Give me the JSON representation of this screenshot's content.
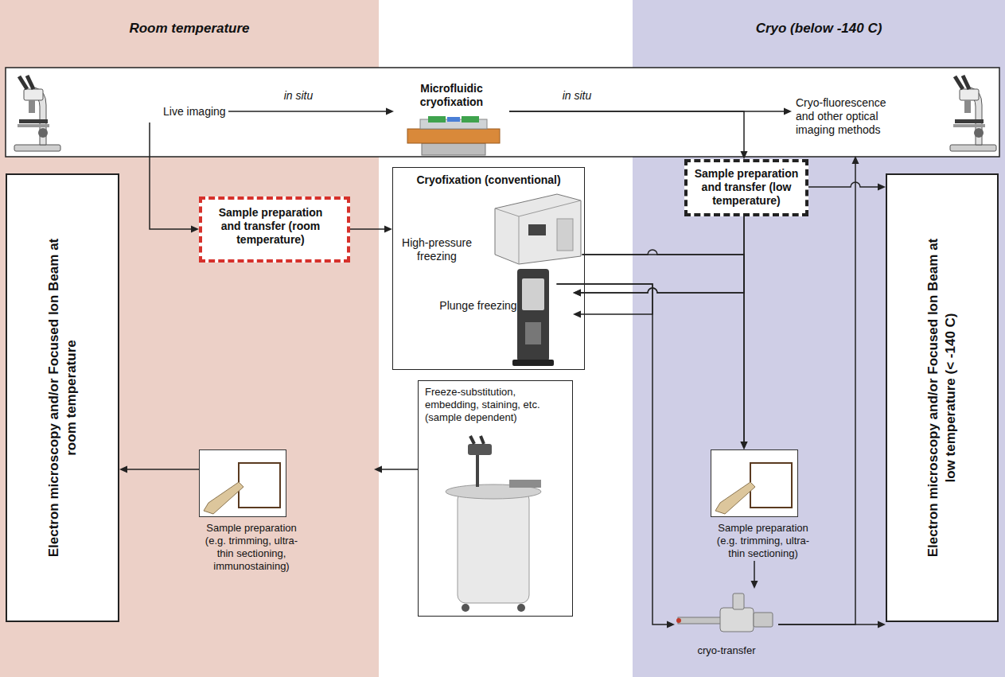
{
  "diagram": {
    "nodes": [
      {
        "text": [
          "Room temperature"
        ]
      },
      {
        "text": [
          "Cryo (below -140 C)"
        ]
      },
      {
        "text": [
          "Live imaging"
        ]
      },
      {
        "text": [
          "Microfluidic cryofixation"
        ]
      },
      {
        "text": [
          "Cryo-fluorescence and other optical imaging methods"
        ]
      },
      {
        "text": [
          "Electron microscopy and/or Focused Ion Beam at room temperature"
        ],
        "in": 0
      },
      {
        "text": [
          "Sample preparation and transfer (room temperature)"
        ],
        "in": 0
      },
      {
        "text": [
          "Cryofixation (conventional)"
        ]
      },
      {
        "text": [
          "High-pressure freezing"
        ],
        "in": 7
      },
      {
        "text": [
          "Plunge freezing"
        ],
        "in": 7
      },
      {
        "text": [
          "Sample preparation and transfer (low temperature)"
        ],
        "in": 1
      },
      {
        "text": [
          "Electron microscopy and/or Focused Ion Beam at low temperature (< -140 C)"
        ],
        "in": 1
      },
      {
        "text": [
          "Freeze-substitution, embedding, staining, etc. (sample dependent)"
        ]
      },
      {
        "text": [
          "Sample preparation (e.g. trimming, ultra-thin sectioning, immunostaining)"
        ],
        "in": 0
      },
      {
        "text": [
          "Sample preparation (e.g. trimming, ultra-thin sectioning)"
        ],
        "in": 1
      },
      {
        "text": [
          "cryo-transfer"
        ],
        "in": 1
      }
    ],
    "edges": [
      {
        "from": 2,
        "to": 3,
        "label": "in situ",
        "arrow": "to"
      },
      {
        "from": 3,
        "to": 4,
        "label": "in situ",
        "arrow": "to"
      },
      {
        "from": 2,
        "to": 6,
        "arrow": "to"
      },
      {
        "from": 6,
        "to": 7,
        "arrow": "to"
      },
      {
        "from": 3,
        "to": 10,
        "arrow": "to"
      },
      {
        "from": 10,
        "to": 11,
        "arrow": "to"
      },
      {
        "from": 8,
        "to": 12,
        "arrow": "to"
      },
      {
        "from": 8,
        "to": 14,
        "arrow": "to"
      },
      {
        "from": 10,
        "to": 12,
        "arrow": "to"
      },
      {
        "from": 10,
        "to": 14,
        "arrow": "to"
      },
      {
        "from": 9,
        "to": 12,
        "arrow": "to"
      },
      {
        "from": 9,
        "to": 15,
        "arrow": "to"
      },
      {
        "from": 12,
        "to": 13,
        "arrow": "to"
      },
      {
        "from": 13,
        "to": 5,
        "arrow": "to"
      },
      {
        "from": 14,
        "to": 15,
        "arrow": "to"
      },
      {
        "from": 15,
        "to": 11,
        "arrow": "to"
      },
      {
        "from": 15,
        "to": 4,
        "arrow": "to"
      }
    ]
  }
}
